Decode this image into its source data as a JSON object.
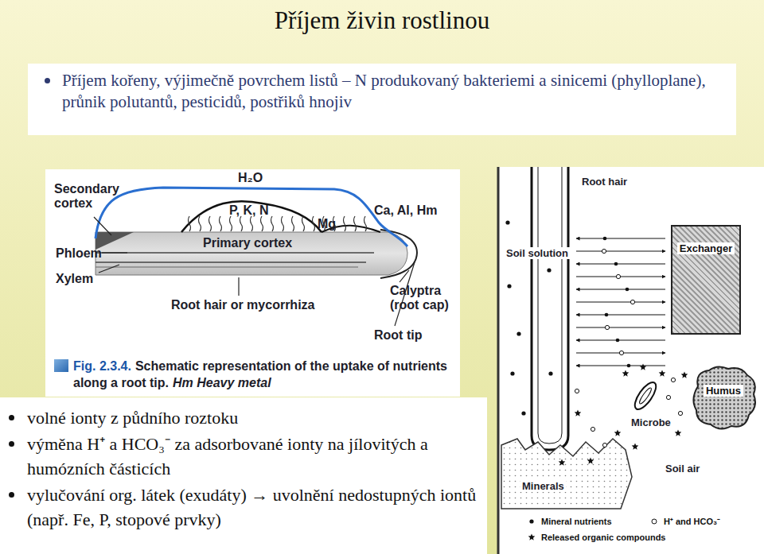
{
  "diagram": {
    "title": "Příjem živin rostlinou",
    "nodes": [
      {
        "text": [
          "Příjem kořeny, výjimečně povrchem listů – N produkovaný bakteriemi a sinicemi (phylloplane), průnik polutantů, pesticidů, postřiků hnojiv"
        ]
      },
      {
        "text": [
          "Exchanger"
        ]
      },
      {
        "text": [
          "Humus"
        ]
      },
      {
        "text": [
          "volné ionty z půdního roztoku",
          "výměna H⁺ a HCO₃⁻ za adsorbované ionty na jílovitých a humózních částicích",
          "vylučování org. látek (exudáty) → uvolnění nedostupných iontů (např. Fe, P, stopové prvky)"
        ]
      }
    ],
    "labels": [
      "Secondary cortex",
      "H₂O",
      "P, K, N",
      "Ca, Al, Hm",
      "Mg",
      "Phloem",
      "Primary cortex",
      "Xylem",
      "Calyptra (root cap)",
      "Root hair or mycorrhiza",
      "Root tip",
      "Fig. 2.3.4.",
      "Schematic representation of the uptake of nutrients along a root tip.",
      "Hm Heavy metal",
      "Root hair",
      "Soil solution",
      "Microbe",
      "Soil air",
      "Minerals"
    ],
    "legend": [
      {
        "text": "Mineral nutrients"
      },
      {
        "text": "H⁺ and HCO₃⁻"
      },
      {
        "text": "Released organic compounds"
      }
    ]
  }
}
